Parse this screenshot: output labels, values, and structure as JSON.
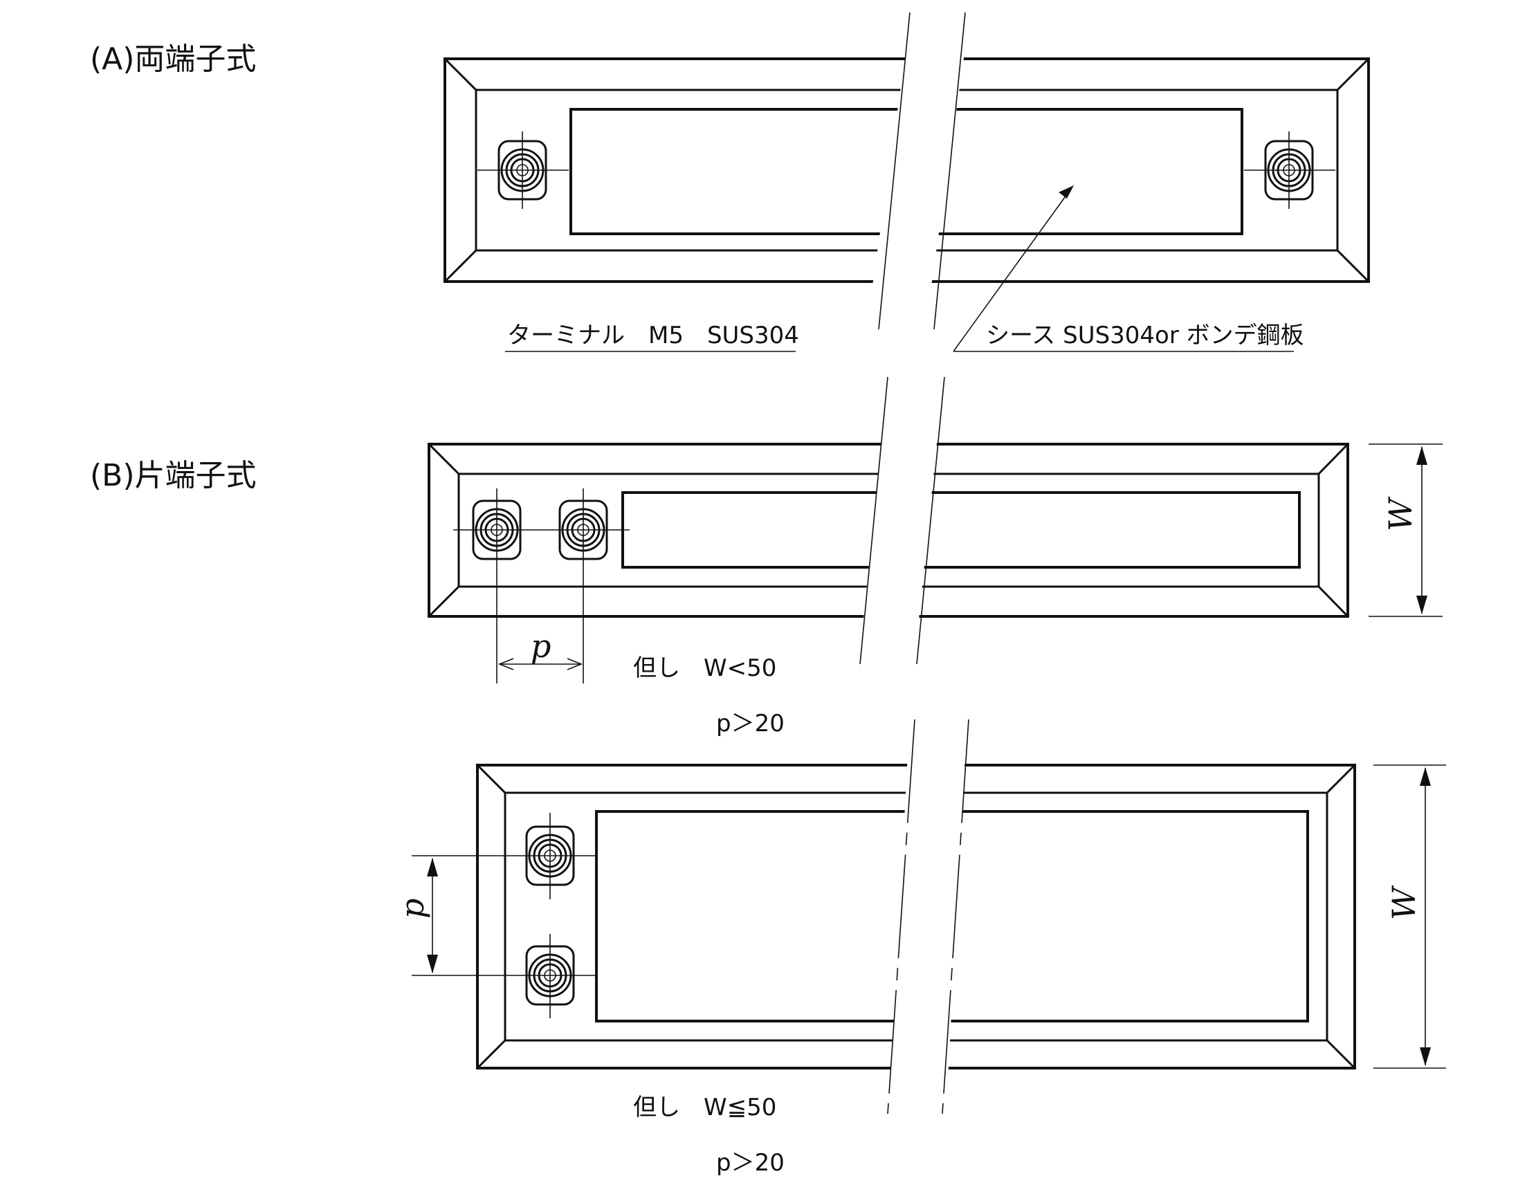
{
  "sections": {
    "a_title": "(A)両端子式",
    "b_title": "(B)片端子式"
  },
  "labels": {
    "terminal": "ターミナル　M5　SUS304",
    "sheath": "シース SUS304or ボンデ鋼板",
    "dim_p": "p",
    "dim_w": "W",
    "note1_line1": "但し　W<50",
    "note1_line2": "p＞20",
    "note2_line1": "但し　W≦50",
    "note2_line2": "p＞20"
  },
  "colors": {
    "line": "#111111",
    "background": "#ffffff"
  },
  "icons": [
    "terminal-nut-icon",
    "break-line-icon",
    "dimension-arrow-icon"
  ]
}
